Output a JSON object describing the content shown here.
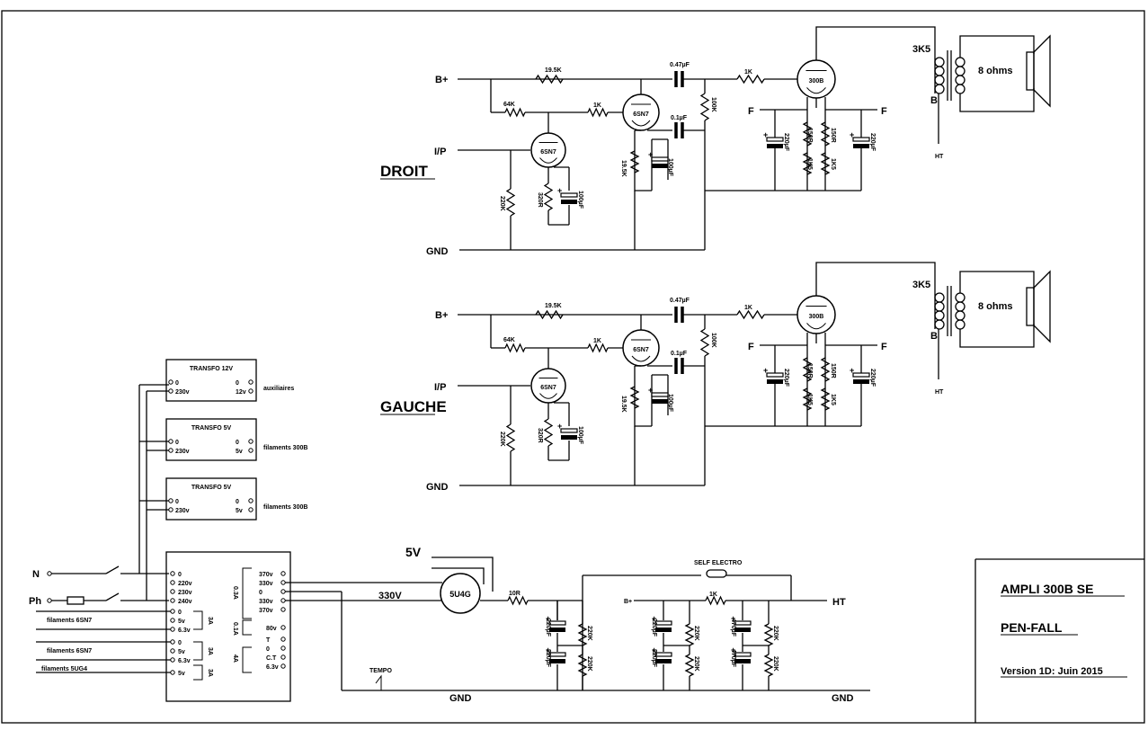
{
  "channels": [
    {
      "name": "DROIT",
      "bplus": "B+",
      "input": "I/P",
      "gnd": "GND",
      "r1": "19.5K",
      "r2": "64K",
      "r3": "1K",
      "r4": "100K",
      "r5": "1K",
      "r6": "220K",
      "r7": "320R",
      "r8": "19.5K",
      "c1": "0.47µF",
      "c2": "0.1µF",
      "c3": "100µF",
      "c4": "100µF",
      "c5": "220µF",
      "c6": "220µF",
      "v1": "6SN7",
      "v2": "6SN7",
      "v3": "300B",
      "f": "F",
      "f2": "F",
      "r9": "150R",
      "r10": "150R",
      "r11": "1K5",
      "r12": "1K5",
      "imp": "3K5",
      "spk": "8 ohms",
      "tap": "B",
      "ht": "HT"
    },
    {
      "name": "GAUCHE",
      "bplus": "B+",
      "input": "I/P",
      "gnd": "GND",
      "r1": "19.5K",
      "r2": "64K",
      "r3": "1K",
      "r4": "100K",
      "r5": "1K",
      "r6": "220K",
      "r7": "320R",
      "r8": "19.5K",
      "c1": "0.47µF",
      "c2": "0.1µF",
      "c3": "100µF",
      "c4": "100µF",
      "c5": "220µF",
      "c6": "220µF",
      "v1": "6SN7",
      "v2": "6SN7",
      "v3": "300B",
      "f": "F",
      "f2": "F",
      "r9": "150R",
      "r10": "150R",
      "r11": "1K5",
      "r12": "1K5",
      "imp": "3K5",
      "spk": "8 ohms",
      "tap": "B",
      "ht": "HT"
    }
  ],
  "transfos": [
    {
      "title": "TRANSFO 12V",
      "p0": "0",
      "p1": "230v",
      "s0": "0",
      "s1": "12v",
      "label": "auxiliaires"
    },
    {
      "title": "TRANSFO 5V",
      "p0": "0",
      "p1": "230v",
      "s0": "0",
      "s1": "5v",
      "label": "filaments 300B"
    },
    {
      "title": "TRANSFO 5V",
      "p0": "0",
      "p1": "230v",
      "s0": "0",
      "s1": "5v",
      "label": "filaments 300B"
    }
  ],
  "mains": {
    "n": "N",
    "ph": "Ph"
  },
  "main_transfo": {
    "primary": [
      "0",
      "220v",
      "230v",
      "240v"
    ],
    "fil1": [
      "0",
      "5v",
      "6.3v"
    ],
    "fil1_rating": "3A",
    "fil1_label": "filaments 6SN7",
    "fil2": [
      "0",
      "5v",
      "6.3v"
    ],
    "fil2_rating": "3A",
    "fil2_label": "filaments 6SN7",
    "fil3": [
      "5v"
    ],
    "fil3_rating": "3A",
    "fil3_label": "filaments 5UG4",
    "ht": [
      "370v",
      "330v",
      "0",
      "330v",
      "370v"
    ],
    "ht_rating": "0.3A",
    "b": [
      "80v"
    ],
    "b_rating": "0.1A",
    "c": [
      "T",
      "0",
      "C.T",
      "6.3v"
    ],
    "c_rating": "4A"
  },
  "psu": {
    "v5": "5V",
    "v330": "330V",
    "rect": "5U4G",
    "r_in": "10R",
    "self": "SELF ELECTRO",
    "bplus": "B+",
    "r_b": "1K",
    "ht": "HT",
    "c1": "220µF",
    "c2": "220µF",
    "r1": "220K",
    "r2": "220K",
    "c3": "220µF",
    "c4": "220µF",
    "r3": "220K",
    "r4": "220K",
    "c5": "470µF",
    "c6": "470µF",
    "r5": "220K",
    "r6": "220K",
    "tempo": "TEMPO",
    "gnd1": "GND",
    "gnd2": "GND"
  },
  "title_block": {
    "title": "AMPLI 300B SE",
    "author": "PEN-FALL",
    "version": "Version 1D: Juin 2015"
  }
}
